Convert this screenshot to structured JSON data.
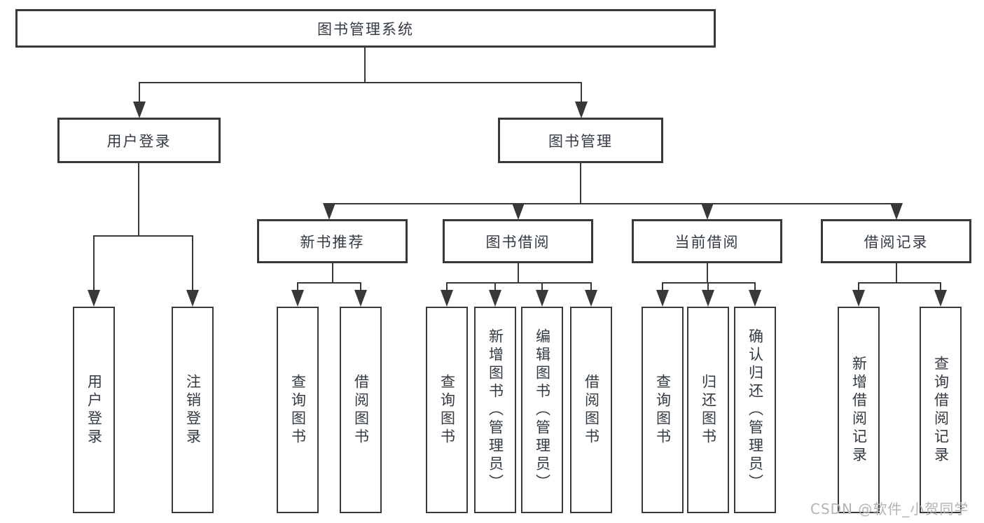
{
  "diagram_title": "图书管理系统",
  "nodes": {
    "root": "图书管理系统",
    "user_login": "用户登录",
    "book_mgmt": "图书管理",
    "l3": [
      "新书推荐",
      "图书借阅",
      "当前借阅",
      "借阅记录"
    ],
    "leaves_user": [
      "用户登录",
      "注销登录"
    ],
    "leaves_recommend": [
      "查询图书",
      "借阅图书"
    ],
    "leaves_borrow": [
      "查询图书",
      "新增图书（管理员）",
      "编辑图书（管理员）",
      "借阅图书"
    ],
    "leaves_current": [
      "查询图书",
      "归还图书",
      "确认归还（管理员）"
    ],
    "leaves_records": [
      "新增借阅记录",
      "查询借阅记录"
    ]
  },
  "watermark": "CSDN @软件_小贺同学",
  "colors": {
    "line": "#383838",
    "text": "#333a42",
    "watermark": "#b3b3b6",
    "background": "#ffffff"
  }
}
